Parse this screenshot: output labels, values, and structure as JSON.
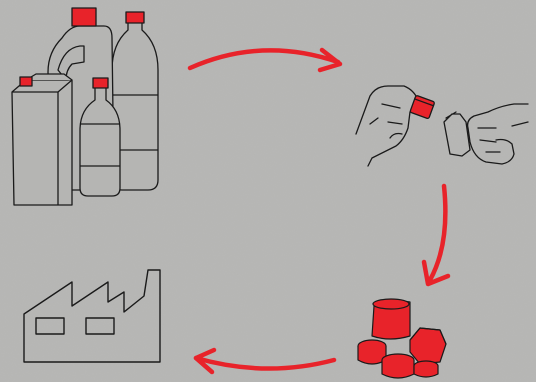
{
  "diagram": {
    "kind": "recycling-cycle",
    "stages": [
      {
        "id": "containers",
        "icon": "plastic-containers-icon"
      },
      {
        "id": "separate-caps",
        "icon": "hands-removing-cap-icon"
      },
      {
        "id": "collected-caps",
        "icon": "bottle-caps-pile-icon"
      },
      {
        "id": "factory",
        "icon": "factory-icon"
      }
    ],
    "colors": {
      "background": "#b5b5b3",
      "accent": "#e8232a",
      "line": "#1a1a1a",
      "fill": "#b5b5b3"
    }
  }
}
